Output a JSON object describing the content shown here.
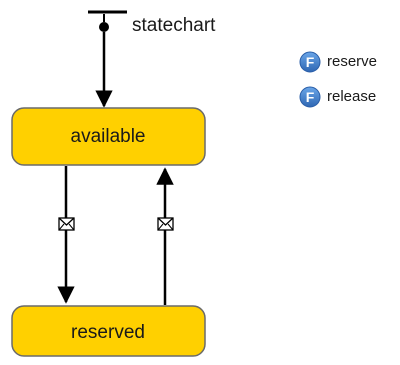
{
  "statechart": {
    "entry_label": "statechart",
    "states": [
      {
        "id": "available",
        "label": "available"
      },
      {
        "id": "reserved",
        "label": "reserved"
      }
    ],
    "transitions": [
      {
        "from": "available",
        "to": "reserved",
        "trigger": "message-icon"
      },
      {
        "from": "reserved",
        "to": "available",
        "trigger": "message-icon"
      }
    ]
  },
  "functions": [
    {
      "icon": "function-icon",
      "letter": "F",
      "label": "reserve"
    },
    {
      "icon": "function-icon",
      "letter": "F",
      "label": "release"
    }
  ],
  "colors": {
    "state_fill": "#FFD000",
    "state_stroke": "#6a6a6a",
    "line": "#000000",
    "function_badge": "#3a7bc8"
  }
}
